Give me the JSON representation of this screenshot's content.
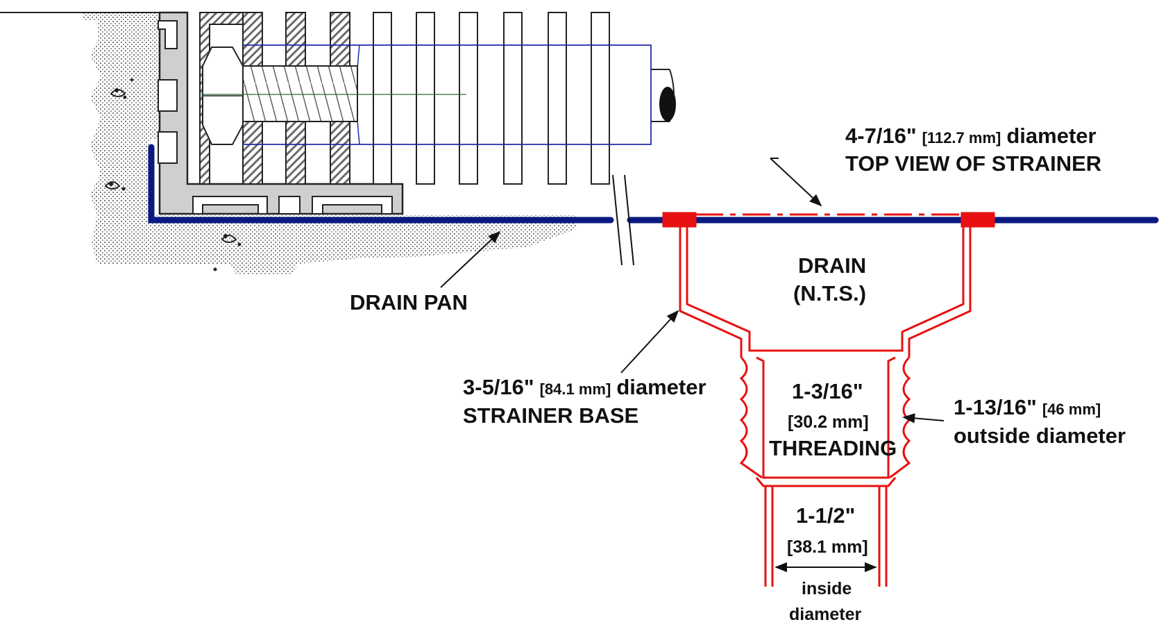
{
  "colors": {
    "pan": "#0a1a82",
    "drain": "#e81010",
    "frame": "#cfcfcf",
    "leader": "#111111",
    "concrete": "#c8c8c8",
    "shaft": "#1f2aa8",
    "axis": "#2a6a2a"
  },
  "labels": {
    "top_dim": "4-7/16\"",
    "top_metric": "[112.7 mm]",
    "top_word": "diameter",
    "top_line2": "TOP VIEW OF STRAINER",
    "drain_line1": "DRAIN",
    "drain_line2": "(N.T.S.)",
    "drain_pan": "DRAIN PAN",
    "base_dim": "3-5/16\"",
    "base_metric": "[84.1 mm]",
    "base_word": "diameter",
    "base_line2": "STRAINER BASE",
    "thread_dim": "1-3/16\"",
    "thread_metric": "[30.2 mm]",
    "thread_word": "THREADING",
    "od_dim": "1-13/16\"",
    "od_metric": "[46 mm]",
    "od_line2": "outside diameter",
    "id_dim": "1-1/2\"",
    "id_metric": "[38.1 mm]",
    "id_line2": "inside",
    "id_line3": "diameter"
  }
}
